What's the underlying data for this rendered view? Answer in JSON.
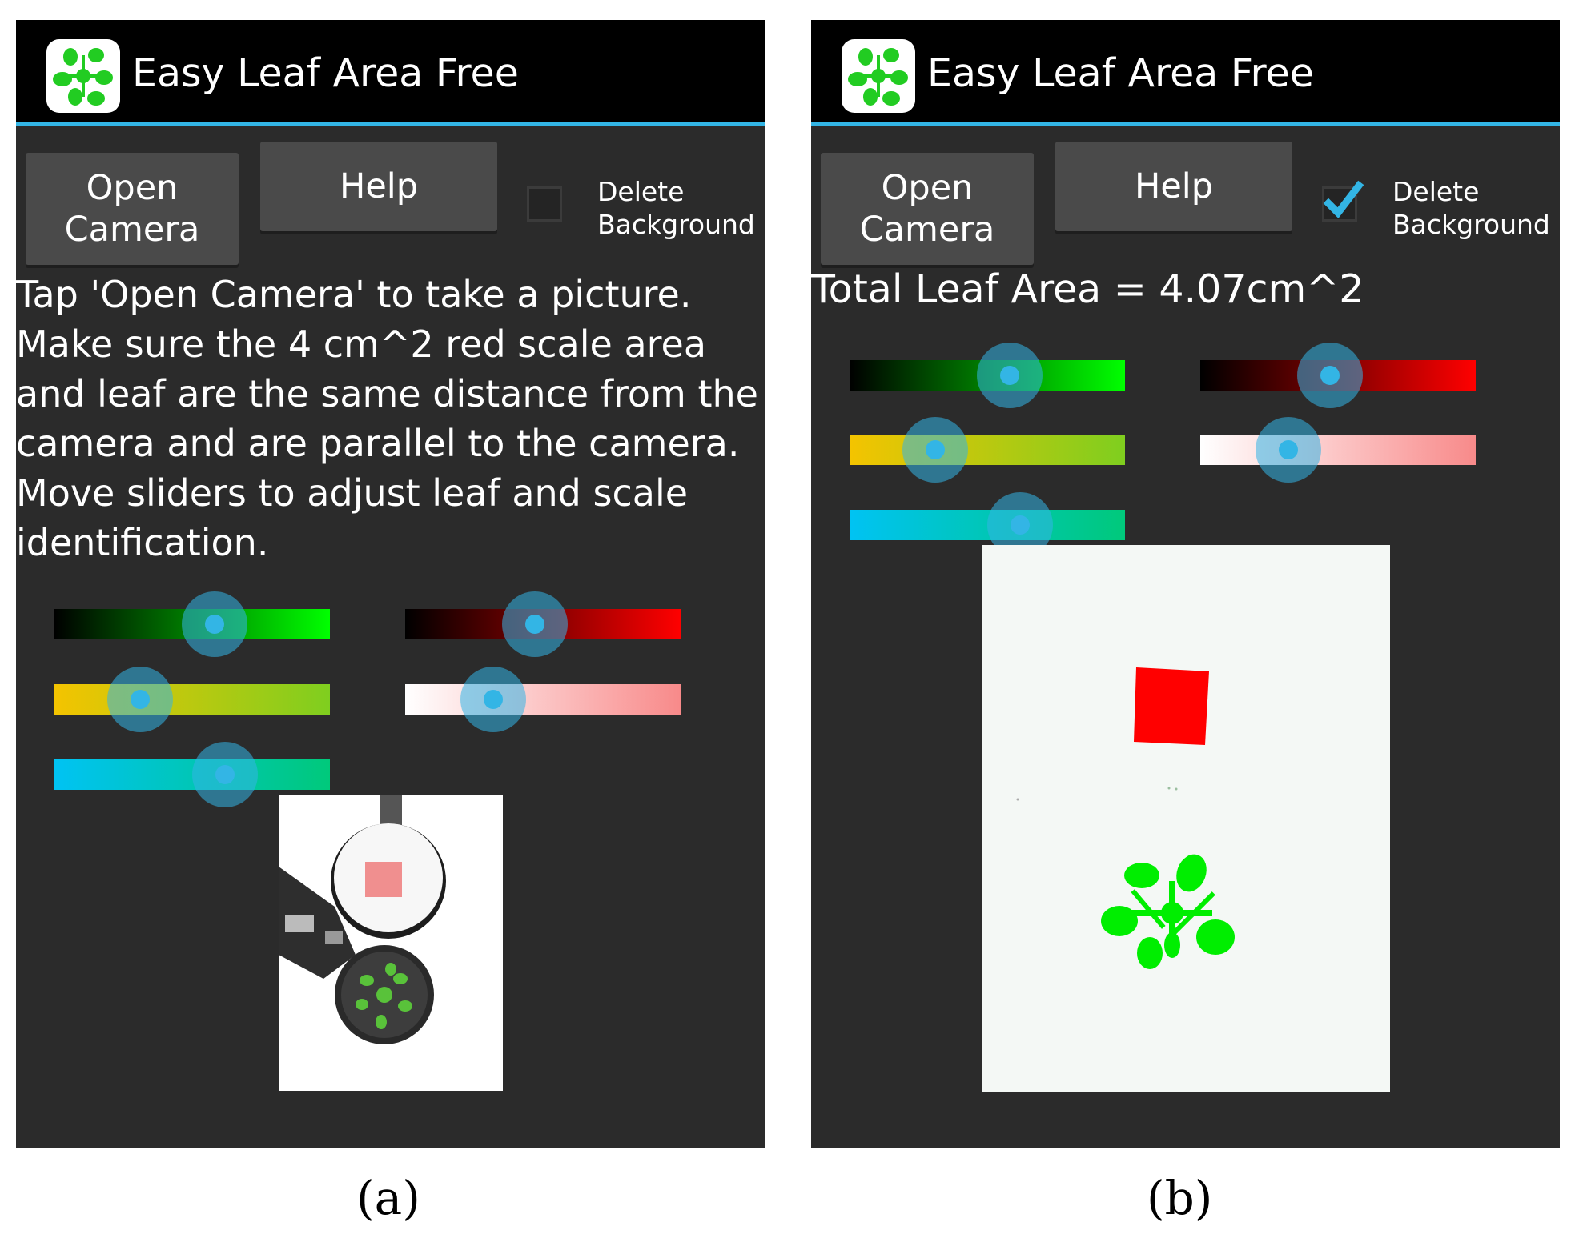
{
  "panels": [
    {
      "app_title": "Easy Leaf Area Free",
      "buttons": {
        "open_camera": "Open\nCamera",
        "help": "Help"
      },
      "delete_background": {
        "label": "Delete\nBackground",
        "checked": false
      },
      "instructions": "Tap 'Open Camera' to take a picture.\nMake sure the 4 cm^2 red scale area\nand leaf are the same distance from the\ncamera and are parallel to the camera.\nMove sliders to adjust leaf and scale\nidentification.",
      "sliders": [
        {
          "gradient": [
            "#000000",
            "#00ff00"
          ],
          "value": 0.58
        },
        {
          "gradient": [
            "#000000",
            "#ff0000"
          ],
          "value": 0.47
        },
        {
          "gradient": [
            "#f4c400",
            "#7fce1f"
          ],
          "value": 0.31
        },
        {
          "gradient": [
            "#ffffff",
            "#f88a8a"
          ],
          "value": 0.32
        },
        {
          "gradient": [
            "#00c3f3",
            "#00c97b"
          ],
          "value": 0.62
        }
      ],
      "caption": "(a)"
    },
    {
      "app_title": "Easy Leaf Area Free",
      "buttons": {
        "open_camera": "Open\nCamera",
        "help": "Help"
      },
      "delete_background": {
        "label": "Delete\nBackground",
        "checked": true
      },
      "result": "Total Leaf Area = 4.07cm^2",
      "sliders": [
        {
          "gradient": [
            "#000000",
            "#00ff00"
          ],
          "value": 0.58
        },
        {
          "gradient": [
            "#000000",
            "#ff0000"
          ],
          "value": 0.47
        },
        {
          "gradient": [
            "#f4c400",
            "#7fce1f"
          ],
          "value": 0.31
        },
        {
          "gradient": [
            "#ffffff",
            "#f88a8a"
          ],
          "value": 0.32
        },
        {
          "gradient": [
            "#00c3f3",
            "#00c97b"
          ],
          "value": 0.62
        }
      ],
      "caption": "(b)"
    }
  ],
  "colors": {
    "accent": "#33b5e5",
    "background": "#2b2b2b",
    "action_bar": "#000000",
    "scale_red": "#ff0000",
    "leaf_green": "#00ff00"
  },
  "icons": {
    "app_icon": "rosette-plant-icon",
    "checkmark": "checkmark-icon"
  }
}
